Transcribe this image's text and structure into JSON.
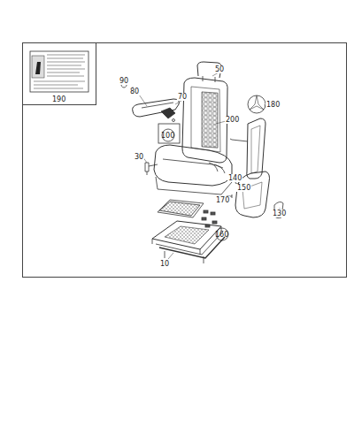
{
  "diagram": {
    "labels": [
      "190",
      "90",
      "80",
      "70",
      "50",
      "100",
      "200",
      "180",
      "30",
      "140",
      "150",
      "170",
      "130",
      "160",
      "10"
    ]
  }
}
